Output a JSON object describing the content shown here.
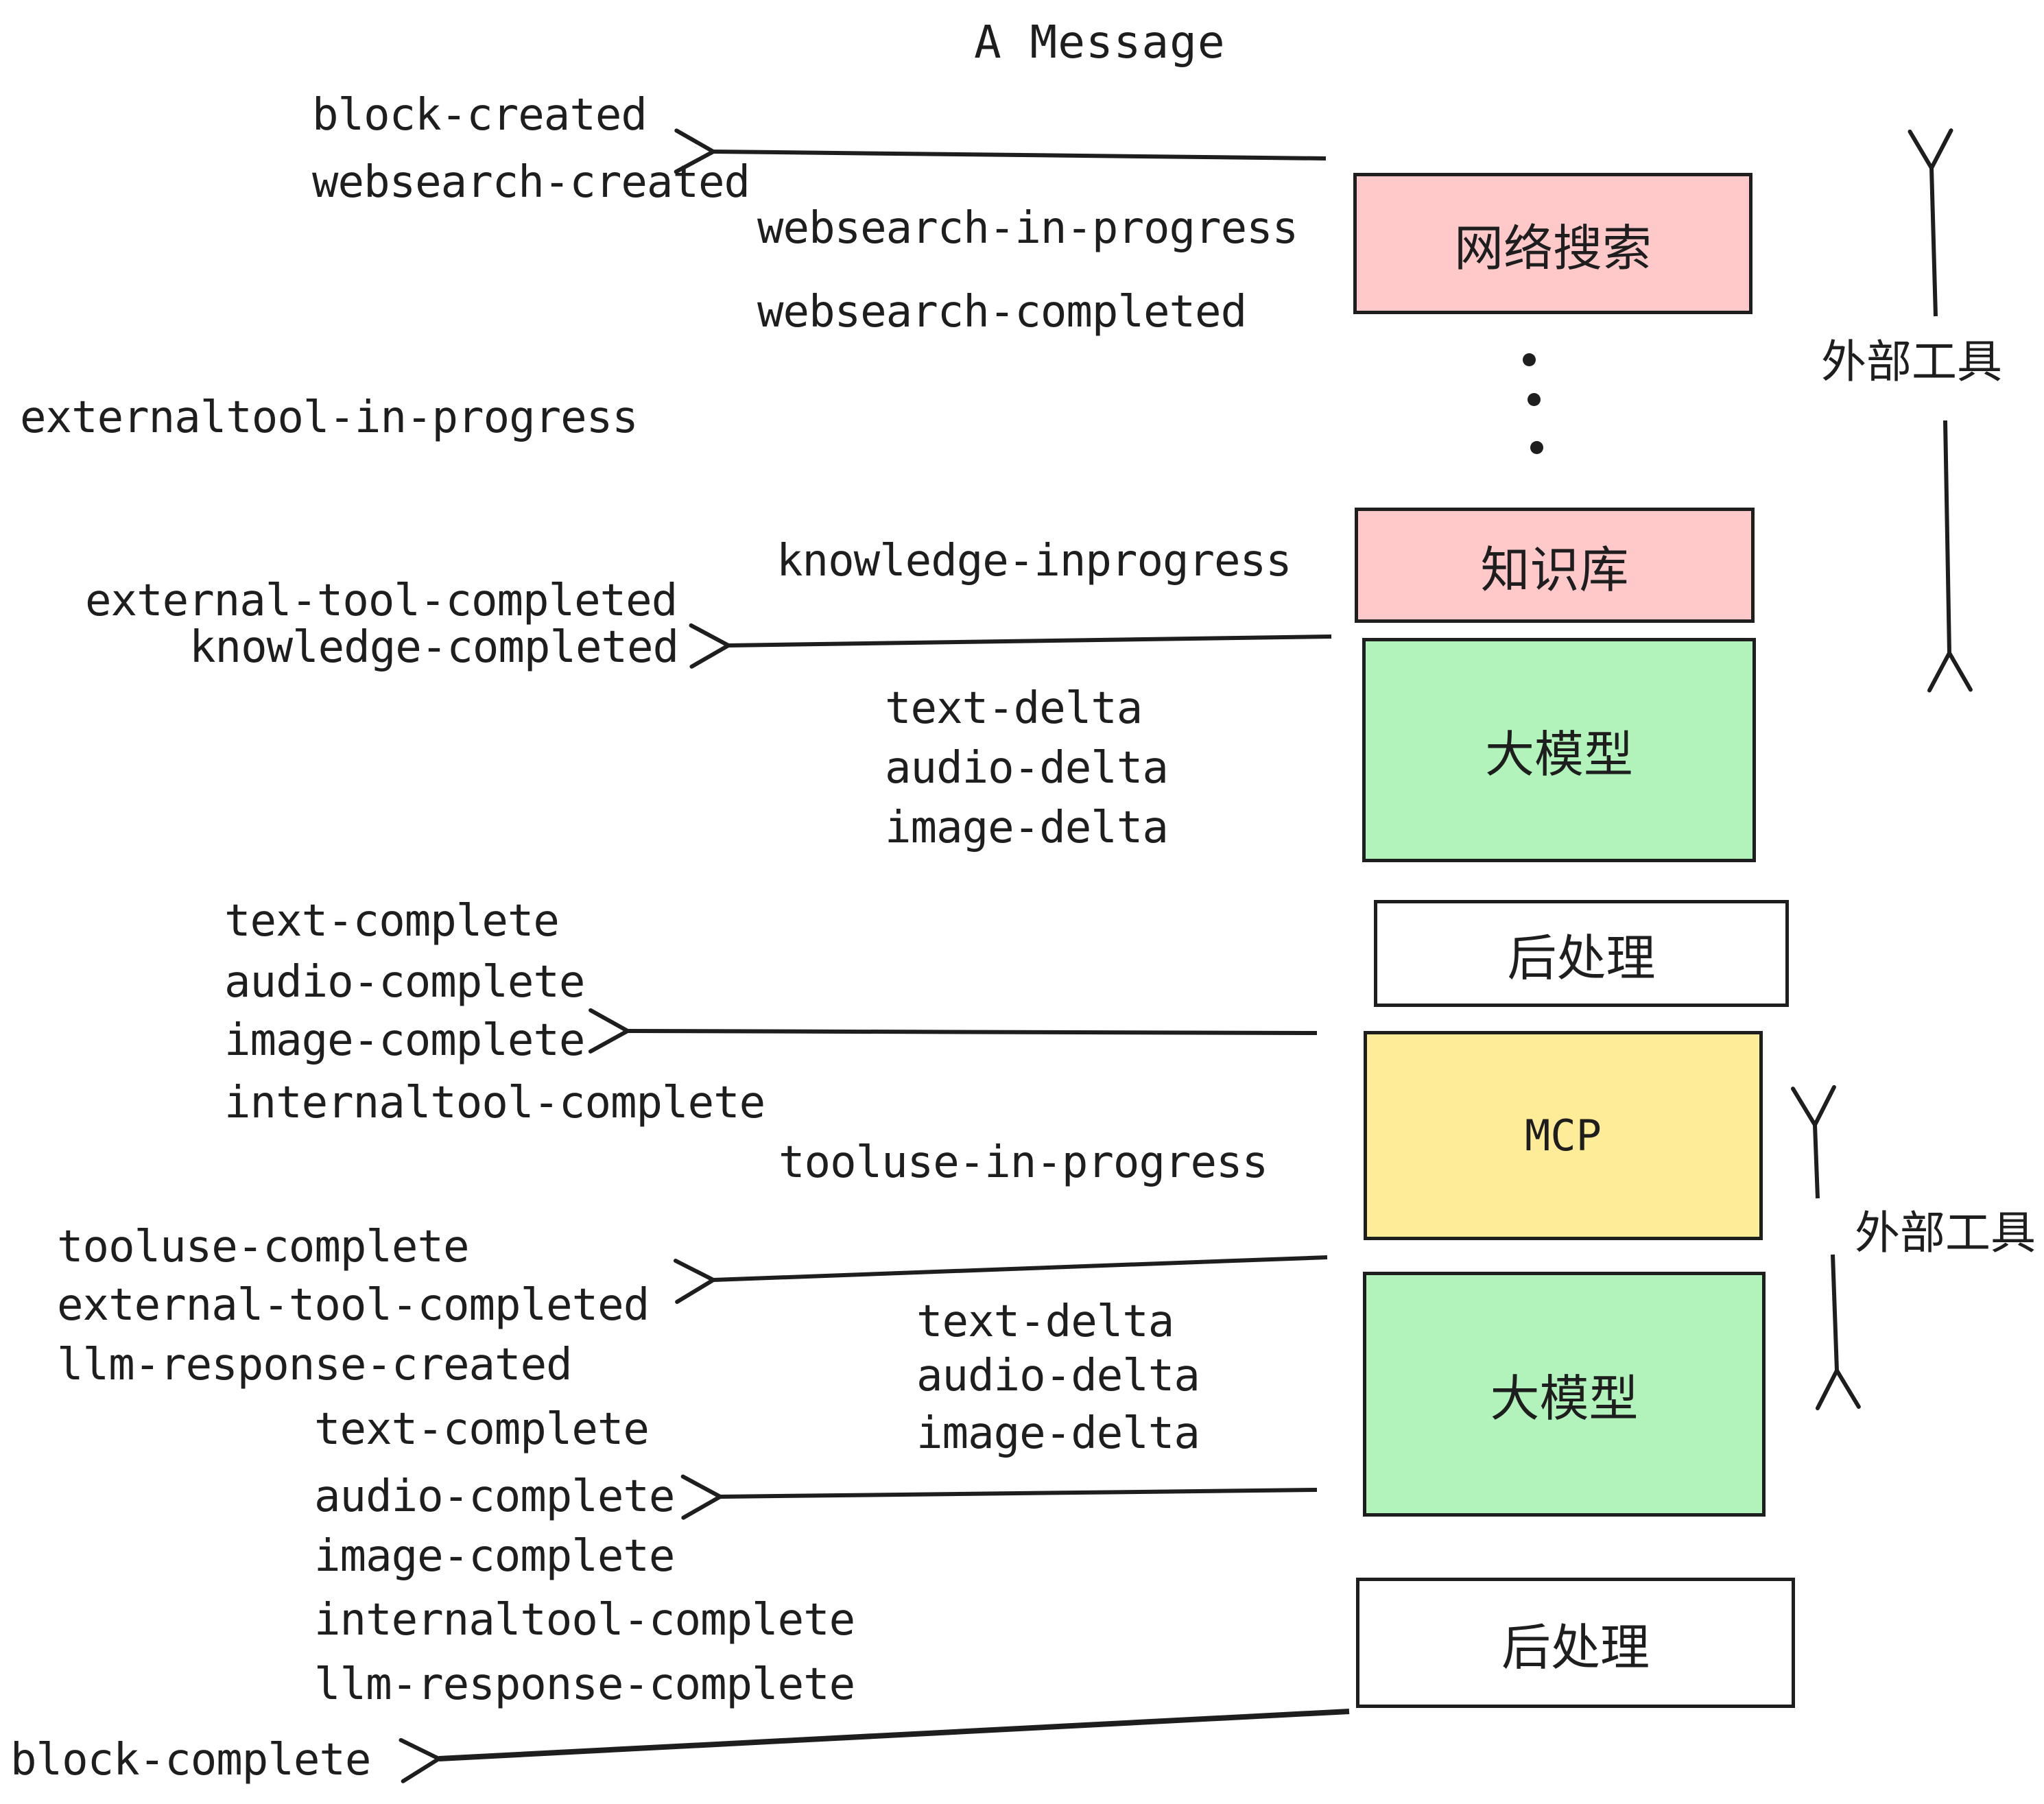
{
  "title": "A Message",
  "colors": {
    "pink": "#FFC9C9",
    "green": "#B2F2BB",
    "yellow": "#FFEC99",
    "stroke": "#1e1e1e",
    "bg": "#ffffff"
  },
  "boxes": {
    "websearch": {
      "label": "网络搜索"
    },
    "knowledge": {
      "label": "知识库"
    },
    "llm1": {
      "label": "大模型"
    },
    "post1": {
      "label": "后处理"
    },
    "mcp": {
      "label": "MCP"
    },
    "llm2": {
      "label": "大模型"
    },
    "post2": {
      "label": "后处理"
    }
  },
  "side_labels": {
    "external_tools_top": "外部工具",
    "external_tools_bottom": "外部工具"
  },
  "events": {
    "block_created": "block-created",
    "websearch_created": "websearch-created",
    "websearch_in_progress": "websearch-in-progress",
    "websearch_completed": "websearch-completed",
    "externaltool_in_progress": "externaltool-in-progress",
    "knowledge_inprogress": "knowledge-inprogress",
    "external_tool_completed_1": "external-tool-completed",
    "knowledge_completed": "knowledge-completed",
    "text_delta_1": "text-delta",
    "audio_delta_1": "audio-delta",
    "image_delta_1": "image-delta",
    "text_complete_1": "text-complete",
    "audio_complete_1": "audio-complete",
    "image_complete_1": "image-complete",
    "internaltool_complete_1": "internaltool-complete",
    "tooluse_in_progress": "tooluse-in-progress",
    "tooluse_complete": "tooluse-complete",
    "external_tool_completed_2": "external-tool-completed",
    "llm_response_created": "llm-response-created",
    "text_delta_2": "text-delta",
    "audio_delta_2": "audio-delta",
    "image_delta_2": "image-delta",
    "text_complete_2": "text-complete",
    "audio_complete_2": "audio-complete",
    "image_complete_2": "image-complete",
    "internaltool_complete_2": "internaltool-complete",
    "llm_response_complete": "llm-response-complete",
    "block_complete": "block-complete"
  }
}
